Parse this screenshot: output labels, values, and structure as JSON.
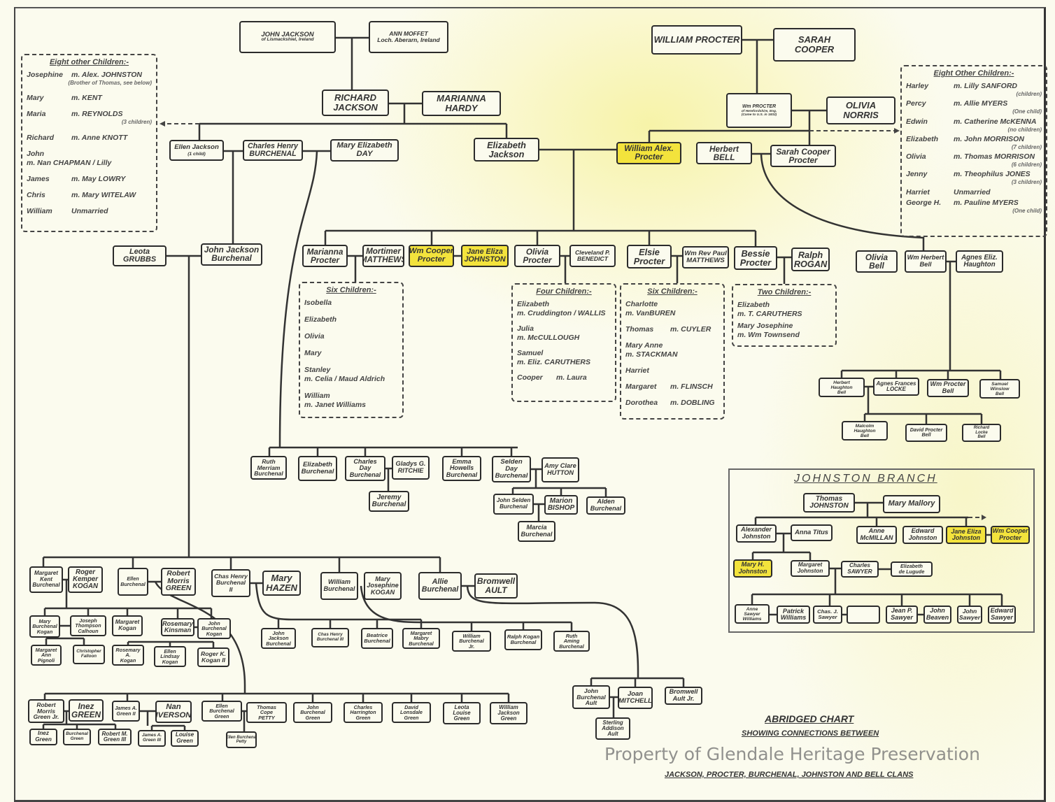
{
  "chart_title": {
    "line1": "ABRIDGED CHART",
    "line2": "SHOWING CONNECTIONS BETWEEN",
    "line3": "JACKSON, PROCTER, BURCHENAL, JOHNSTON AND BELL CLANS"
  },
  "watermark": "Property of Glendale Heritage Preservation",
  "johnston_branch_title": "JOHNSTON BRANCH",
  "highlight_color": "#f3e33c",
  "persons": {
    "john_jackson": {
      "lines": [
        "JOHN JACKSON",
        "of Lismackshiel, Ireland"
      ]
    },
    "ann_moffet": {
      "lines": [
        "ANN MOFFET",
        "Loch. Aberarn, Ireland"
      ]
    },
    "william_procter": {
      "lines": [
        "WILLIAM PROCTER"
      ]
    },
    "sarah_cooper": {
      "lines": [
        "SARAH",
        "COOPER"
      ]
    },
    "richard_jackson": {
      "lines": [
        "RICHARD",
        "JACKSON"
      ]
    },
    "marianna_hardy": {
      "lines": [
        "MARIANNA",
        "HARDY"
      ]
    },
    "wm_procter": {
      "lines": [
        "Wm PROCTER",
        "of Herefordshire, Eng.",
        "(Came to U.S. in 1832)"
      ]
    },
    "olivia_norris": {
      "lines": [
        "OLIVIA",
        "NORRIS"
      ]
    },
    "ellen_jackson": {
      "lines": [
        "Ellen Jackson",
        "(1 child)"
      ]
    },
    "charles_henry_burchenal": {
      "lines": [
        "Charles Henry",
        "BURCHENAL"
      ]
    },
    "mary_elizabeth_day": {
      "lines": [
        "Mary Elizabeth",
        "DAY"
      ]
    },
    "elizabeth_jackson": {
      "lines": [
        "Elizabeth",
        "Jackson"
      ]
    },
    "william_alex_procter": {
      "lines": [
        "William Alex.",
        "Procter"
      ],
      "hl": true
    },
    "herbert_bell": {
      "lines": [
        "Herbert",
        "BELL"
      ]
    },
    "sarah_cooper_procter": {
      "lines": [
        "Sarah Cooper",
        "Procter"
      ]
    },
    "leota_grubbs": {
      "lines": [
        "Leota",
        "GRUBBS"
      ]
    },
    "john_jackson_burchenal": {
      "lines": [
        "John Jackson",
        "Burchenal"
      ]
    },
    "marianna_procter": {
      "lines": [
        "Marianna",
        "Procter"
      ]
    },
    "mortimer_matthews": {
      "lines": [
        "Mortimer",
        "MATTHEWS"
      ]
    },
    "wm_cooper_procter": {
      "lines": [
        "Wm Cooper",
        "Procter"
      ],
      "hl": true
    },
    "jane_eliza_johnston": {
      "lines": [
        "Jane Eliza",
        "JOHNSTON"
      ],
      "hl": true
    },
    "olivia_procter": {
      "lines": [
        "Olivia",
        "Procter"
      ]
    },
    "cleveland_benedict": {
      "lines": [
        "Cleveland P.",
        "BENEDICT"
      ]
    },
    "elsie_procter": {
      "lines": [
        "Elsie",
        "Procter"
      ]
    },
    "paul_matthews": {
      "lines": [
        "Wm Rev Paul",
        "MATTHEWS"
      ]
    },
    "bessie_procter": {
      "lines": [
        "Bessie",
        "Procter"
      ]
    },
    "ralph_rogan": {
      "lines": [
        "Ralph",
        "ROGAN"
      ]
    },
    "olivia_bell": {
      "lines": [
        "Olivia",
        "Bell"
      ]
    },
    "wm_herbert_bell": {
      "lines": [
        "Wm Herbert",
        "Bell"
      ]
    },
    "agnes_haughton": {
      "lines": [
        "Agnes Eliz.",
        "Haughton"
      ]
    },
    "herbert_haughton_bell": {
      "lines": [
        "Herbert",
        "Haughton",
        "Bell"
      ]
    },
    "agnes_locke": {
      "lines": [
        "Agnes Frances",
        "LOCKE"
      ]
    },
    "wm_procter_bell": {
      "lines": [
        "Wm Procter",
        "Bell"
      ]
    },
    "samuel_winslow_bell": {
      "lines": [
        "Samuel",
        "Winslow",
        "Bell"
      ]
    },
    "malcolm_bell": {
      "lines": [
        "Malcolm",
        "Haughton",
        "Bell"
      ]
    },
    "david_bell": {
      "lines": [
        "David Procter",
        "Bell"
      ]
    },
    "richard_bell": {
      "lines": [
        "Richard",
        "Locke",
        "Bell"
      ]
    },
    "ruth_burchenal": {
      "lines": [
        "Ruth",
        "Merriam",
        "Burchenal"
      ]
    },
    "elizabeth_burchenal": {
      "lines": [
        "Elizabeth",
        "Burchenal"
      ]
    },
    "charles_day_burchenal": {
      "lines": [
        "Charles",
        "Day",
        "Burchenal"
      ]
    },
    "gladys_ritchie": {
      "lines": [
        "Gladys G.",
        "RITCHIE"
      ]
    },
    "emma_burchenal": {
      "lines": [
        "Emma",
        "Howells",
        "Burchenal"
      ]
    },
    "selden_burchenal": {
      "lines": [
        "Selden",
        "Day",
        "Burchenal"
      ]
    },
    "amy_hutton": {
      "lines": [
        "Amy Clare",
        "HUTTON"
      ]
    },
    "jeremy_burchenal": {
      "lines": [
        "Jeremy",
        "Burchenal"
      ]
    },
    "john_selden_burchenal": {
      "lines": [
        "John Selden",
        "Burchenal"
      ]
    },
    "marion_bishop": {
      "lines": [
        "Marion",
        "BISHOP"
      ]
    },
    "alden_burchenal": {
      "lines": [
        "Alden",
        "Burchenal"
      ]
    },
    "marcia_burchenal": {
      "lines": [
        "Marcia",
        "Burchenal"
      ]
    },
    "thomas_johnston": {
      "lines": [
        "Thomas",
        "JOHNSTON"
      ]
    },
    "mary_mallory": {
      "lines": [
        "Mary Mallory"
      ]
    },
    "alexander_johnston": {
      "lines": [
        "Alexander",
        "Johnston"
      ]
    },
    "anna_titus": {
      "lines": [
        "Anna Titus"
      ]
    },
    "anne_mcmillan": {
      "lines": [
        "Anne",
        "McMILLAN"
      ]
    },
    "edward_johnston": {
      "lines": [
        "Edward",
        "Johnston"
      ]
    },
    "jane_eliza_johnston_2": {
      "lines": [
        "Jane Eliza",
        "Johnston"
      ],
      "hl": true
    },
    "wm_cooper_procter_2": {
      "lines": [
        "Wm Cooper",
        "Procter"
      ],
      "hl": true
    },
    "mary_h_johnston": {
      "lines": [
        "Mary H.",
        "Johnston"
      ],
      "hl": true
    },
    "margaret_johnston": {
      "lines": [
        "Margaret",
        "Johnston"
      ]
    },
    "charles_sawyer": {
      "lines": [
        "Charles",
        "SAWYER"
      ]
    },
    "elizabeth_de_lugude": {
      "lines": [
        "Elizabeth",
        "de Lugude"
      ]
    },
    "anne_sawyer_williams": {
      "lines": [
        "Anne",
        "Sawyer",
        "Williams"
      ]
    },
    "patrick_williams": {
      "lines": [
        "Patrick",
        "Williams"
      ]
    },
    "chas_sawyer": {
      "lines": [
        "Chas. J.",
        "Sawyer"
      ]
    },
    "blank_box": {
      "lines": []
    },
    "jean_sawyer": {
      "lines": [
        "Jean P.",
        "Sawyer"
      ]
    },
    "john_beaven": {
      "lines": [
        "John",
        "Beaven"
      ]
    },
    "john_sawyer": {
      "lines": [
        "John",
        "Sawyer"
      ]
    },
    "edward_sawyer": {
      "lines": [
        "Edward",
        "Sawyer"
      ]
    },
    "margaret_kent_burchenal": {
      "lines": [
        "Margaret",
        "Kent",
        "Burchenal"
      ]
    },
    "roger_kemper_kogan": {
      "lines": [
        "Roger",
        "Kemper",
        "KOGAN"
      ]
    },
    "ellen_burchenal": {
      "lines": [
        "Ellen",
        "Burchenal"
      ]
    },
    "robert_morris_green": {
      "lines": [
        "Robert",
        "Morris",
        "GREEN"
      ]
    },
    "chas_henry_burchenal_ii": {
      "lines": [
        "Chas Henry",
        "Burchenal",
        "II"
      ]
    },
    "mary_hazen": {
      "lines": [
        "Mary",
        "HAZEN"
      ]
    },
    "william_burchenal": {
      "lines": [
        "William",
        "Burchenal"
      ]
    },
    "mary_josephine_kogan": {
      "lines": [
        "Mary",
        "Josephine",
        "KOGAN"
      ]
    },
    "allie_burchenal": {
      "lines": [
        "Allie",
        "Burchenal"
      ]
    },
    "bromwell_ault": {
      "lines": [
        "Bromwell",
        "AULT"
      ]
    },
    "mary_burchenal_kogan": {
      "lines": [
        "Mary",
        "Burchenal",
        "Kogan"
      ]
    },
    "joseph_calhoun": {
      "lines": [
        "Joseph",
        "Thompson",
        "Calhoun"
      ]
    },
    "margaret_kogan": {
      "lines": [
        "Margaret",
        "Kogan"
      ]
    },
    "rosemary_kinsman": {
      "lines": [
        "Rosemary",
        "Kinsman"
      ]
    },
    "john_burchenal_kogan": {
      "lines": [
        "John",
        "Burchenal",
        "Kogan"
      ]
    },
    "margaret_ann_pignoli": {
      "lines": [
        "Margaret",
        "Ann",
        "Pignoli"
      ]
    },
    "christopher_falloon": {
      "lines": [
        "Christopher",
        "Falloon"
      ]
    },
    "rosemary_kogan": {
      "lines": [
        "Rosemary",
        "A.",
        "Kogan"
      ]
    },
    "ellen_lindsay_kogan": {
      "lines": [
        "Ellen",
        "Lindsay",
        "Kogan"
      ]
    },
    "roger_kogan_ii": {
      "lines": [
        "Roger K.",
        "Kogan II"
      ]
    },
    "john_jackson_burchenal_2": {
      "lines": [
        "John",
        "Jackson",
        "Burchenal"
      ]
    },
    "chas_henry_burchenal_iii": {
      "lines": [
        "Chas Henry",
        "Burchenal III"
      ]
    },
    "beatrice_burchenal": {
      "lines": [
        "Beatrice",
        "Burchenal"
      ]
    },
    "margaret_mabry_burchenal": {
      "lines": [
        "Margaret",
        "Mabry",
        "Burchenal"
      ]
    },
    "william_burchenal_jr": {
      "lines": [
        "William",
        "Burchenal",
        "Jr."
      ]
    },
    "ralph_kogan_burchenal": {
      "lines": [
        "Ralph Kogan",
        "Burchenal"
      ]
    },
    "ruth_aming_burchenal": {
      "lines": [
        "Ruth",
        "Aming",
        "Burchenal"
      ]
    },
    "robert_green_jr": {
      "lines": [
        "Robert",
        "Morris",
        "Green Jr."
      ]
    },
    "inez_green": {
      "lines": [
        "Inez",
        "GREEN"
      ]
    },
    "james_green_ii": {
      "lines": [
        "James A.",
        "Green II"
      ]
    },
    "nan_iverson": {
      "lines": [
        "Nan",
        "IVERSON"
      ]
    },
    "ellen_burchenal_green": {
      "lines": [
        "Ellen",
        "Burchenal",
        "Green"
      ]
    },
    "thomas_cope_petty": {
      "lines": [
        "Thomas",
        "Cope",
        "PETTY"
      ]
    },
    "john_burchenal_green": {
      "lines": [
        "John",
        "Burchenal",
        "Green"
      ]
    },
    "charles_harrington_green": {
      "lines": [
        "Charles",
        "Harrington",
        "Green"
      ]
    },
    "david_lonsdale_green": {
      "lines": [
        "David",
        "Lonsdale",
        "Green"
      ]
    },
    "leota_louise_green": {
      "lines": [
        "Leota",
        "Louise",
        "Green"
      ]
    },
    "william_jackson_green": {
      "lines": [
        "William",
        "Jackson",
        "Green"
      ]
    },
    "inez_green_2": {
      "lines": [
        "Inez",
        "Green"
      ]
    },
    "burchenal_green": {
      "lines": [
        "Burchenal",
        "Green"
      ]
    },
    "robert_green_iii": {
      "lines": [
        "Robert M.",
        "Green III"
      ]
    },
    "james_green_iii": {
      "lines": [
        "James A.",
        "Green III"
      ]
    },
    "louise_green": {
      "lines": [
        "Louise",
        "Green"
      ]
    },
    "ellen_burchenal_petty": {
      "lines": [
        "Ellen Burchenal",
        "Petty"
      ]
    },
    "john_burchenal_ault": {
      "lines": [
        "John",
        "Burchenal",
        "Ault"
      ]
    },
    "joan_mitchell": {
      "lines": [
        "Joan",
        "MITCHELL"
      ]
    },
    "bromwell_ault_jr": {
      "lines": [
        "Bromwell",
        "Ault Jr."
      ]
    },
    "sterling_addison_ault": {
      "lines": [
        "Sterling",
        "Addison",
        "Ault"
      ]
    }
  },
  "lists": {
    "jackson_other_children": {
      "title": "Eight other Children:-",
      "rows": [
        {
          "name": "Josephine",
          "spouse": "m. Alex. JOHNSTON",
          "note": "(Brother of Thomas, see below)"
        },
        {
          "name": "Mary",
          "spouse": "m.  KENT",
          "note": ""
        },
        {
          "name": "Maria",
          "spouse": "m.  REYNOLDS",
          "note": "(3 children)"
        },
        {
          "name": "Richard",
          "spouse": "m. Anne KNOTT",
          "note": ""
        },
        {
          "name": "John",
          "spouse": "m. Nan CHAPMAN / Lilly",
          "note": ""
        },
        {
          "name": "James",
          "spouse": "m. May LOWRY",
          "note": ""
        },
        {
          "name": "Chris",
          "spouse": "m. Mary WITELAW",
          "note": ""
        },
        {
          "name": "William",
          "spouse": "Unmarried",
          "note": ""
        }
      ]
    },
    "procter_other_children": {
      "title": "Eight Other Children:-",
      "rows": [
        {
          "name": "Harley",
          "spouse": "m. Lilly SANFORD",
          "note": "(children)"
        },
        {
          "name": "Percy",
          "spouse": "m. Allie MYERS",
          "note": "(One child)"
        },
        {
          "name": "Edwin",
          "spouse": "m. Catherine McKENNA",
          "note": "(no children)"
        },
        {
          "name": "Elizabeth",
          "spouse": "m. John MORRISON",
          "note": "(7 children)"
        },
        {
          "name": "Olivia",
          "spouse": "m. Thomas MORRISON",
          "note": "(6 children)"
        },
        {
          "name": "Jenny",
          "spouse": "m. Theophilus JONES",
          "note": "(3 children)"
        },
        {
          "name": "Harriet",
          "spouse": "Unmarried",
          "note": ""
        },
        {
          "name": "George H.",
          "spouse": "m. Pauline MYERS",
          "note": "(One child)"
        }
      ]
    },
    "marianna_children": {
      "title": "Six Children:-",
      "rows": [
        {
          "name": "Isobella",
          "spouse": "",
          "note": ""
        },
        {
          "name": "Elizabeth",
          "spouse": "",
          "note": ""
        },
        {
          "name": "Olivia",
          "spouse": "",
          "note": ""
        },
        {
          "name": "Mary",
          "spouse": "",
          "note": ""
        },
        {
          "name": "Stanley",
          "spouse": "m. Celia / Maud Aldrich",
          "note": ""
        },
        {
          "name": "William",
          "spouse": "m. Janet Williams",
          "note": ""
        }
      ]
    },
    "olivia_children": {
      "title": "Four Children:-",
      "rows": [
        {
          "name": "Elizabeth",
          "spouse": "m. Cruddington / WALLIS",
          "note": ""
        },
        {
          "name": "Julia",
          "spouse": "m. McCULLOUGH",
          "note": ""
        },
        {
          "name": "Samuel",
          "spouse": "m. Eliz. CARUTHERS",
          "note": ""
        },
        {
          "name": "Cooper",
          "spouse": "m. Laura",
          "note": ""
        }
      ]
    },
    "elsie_children": {
      "title": "Six Children:-",
      "rows": [
        {
          "name": "Charlotte",
          "spouse": "m. VanBUREN",
          "note": ""
        },
        {
          "name": "Thomas",
          "spouse": "m. CUYLER",
          "note": ""
        },
        {
          "name": "Mary Anne",
          "spouse": "m. STACKMAN",
          "note": ""
        },
        {
          "name": "Harriet",
          "spouse": "",
          "note": ""
        },
        {
          "name": "Margaret",
          "spouse": "m. FLINSCH",
          "note": ""
        },
        {
          "name": "Dorothea",
          "spouse": "m. DOBLING",
          "note": ""
        }
      ]
    },
    "bessie_children": {
      "title": "Two Children:-",
      "rows": [
        {
          "name": "Elizabeth",
          "spouse": "m. T. CARUTHERS",
          "note": ""
        },
        {
          "name": "Mary Josephine",
          "spouse": "m. Wm Townsend",
          "note": ""
        }
      ]
    }
  }
}
